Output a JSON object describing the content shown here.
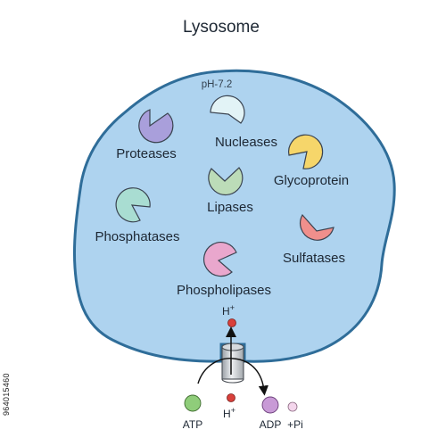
{
  "title": "Lysosome",
  "ph_label": "pH-7.2",
  "enzymes": [
    {
      "id": "proteases",
      "label": "Proteases",
      "color": "#a99fdb"
    },
    {
      "id": "nucleases",
      "label": "Nucleases",
      "color": "#e2f3f6"
    },
    {
      "id": "glycoprotein",
      "label": "Glycoprotein",
      "color": "#f6d66a"
    },
    {
      "id": "lipases",
      "label": "Lipases",
      "color": "#bcdcb8"
    },
    {
      "id": "phosphatases",
      "label": "Phosphatases",
      "color": "#a9ddd2"
    },
    {
      "id": "sulfatases",
      "label": "Sulfatases",
      "color": "#f08f8c"
    },
    {
      "id": "phospholipases",
      "label": "Phospholipases",
      "color": "#e9a7cd"
    }
  ],
  "pump": {
    "h_out_label": "H",
    "h_out_sup": "+",
    "h_in_label": "H",
    "h_in_sup": "+",
    "atp_label": "ATP",
    "adp_label": "ADP",
    "pi_label": "+Pi",
    "atp_color": "#8fcd7a",
    "adp_color": "#c89ad6",
    "proton_color": "#d9403b"
  },
  "colors": {
    "cytoplasm_fill": "#aed3ef",
    "membrane": "#2f6d99"
  },
  "stock_id": "964015460"
}
